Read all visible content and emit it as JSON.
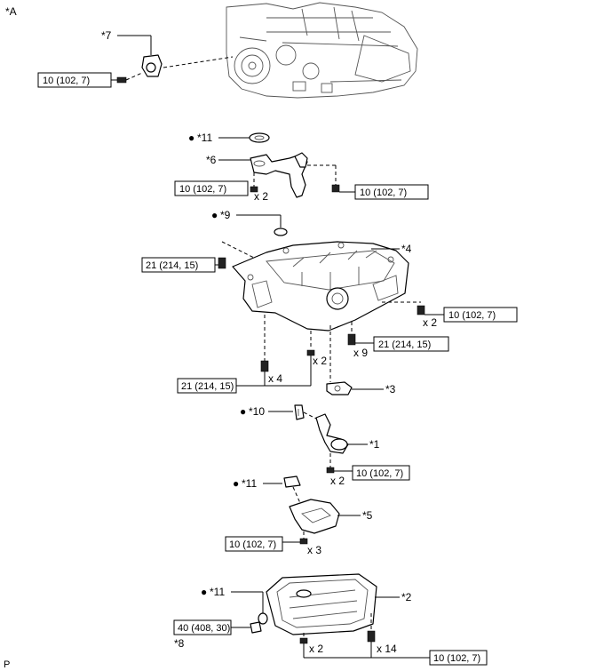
{
  "view_label": "*A",
  "corner_label": "P",
  "callouts": {
    "c7": "*7",
    "c11a": "*11",
    "c6": "*6",
    "c9": "*9",
    "c4": "*4",
    "c3": "*3",
    "c10": "*10",
    "c1": "*1",
    "c11b": "*11",
    "c5": "*5",
    "c11c": "*11",
    "c2": "*2",
    "c8": "*8"
  },
  "torques": {
    "t_engine_mount": "10 (102, 7)",
    "t_pipe_left": "10 (102, 7)",
    "t_pipe_right": "10 (102, 7)",
    "t_pan_left": "21 (214, 15)",
    "t_pan_right_small": "10 (102, 7)",
    "t_pan_right_large": "21 (214, 15)",
    "t_pan_bottom": "21 (214, 15)",
    "t_strainer": "10 (102, 7)",
    "t_baffle": "10 (102, 7)",
    "t_drain": "40 (408, 30)",
    "t_lower_pan": "10 (102, 7)"
  },
  "quantities": {
    "q_pipe": "x 2",
    "q_pan_right": "x 2",
    "q_pan_nine": "x 9",
    "q_pan_four": "x 4",
    "q_pan_two": "x 2",
    "q_strainer": "x 2",
    "q_baffle": "x 3",
    "q_lower_two": "x 2",
    "q_lower_fourteen": "x 14"
  },
  "dot_marker": "●"
}
